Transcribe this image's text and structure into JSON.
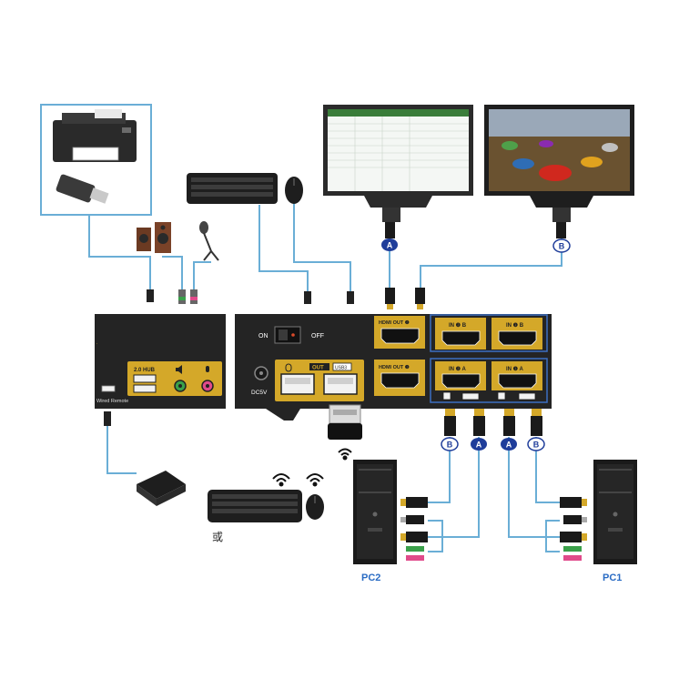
{
  "colors": {
    "background": "#ffffff",
    "cable": "#6aaed6",
    "device_body": "#222222",
    "port_panel": "#d4a829",
    "badge": "#1f3d9a",
    "pc_label": "#2a6cc4",
    "highlight_box": "#3d6fc2"
  },
  "kvm": {
    "power_on_label": "ON",
    "power_off_label": "OFF",
    "dc_label": "DC5V",
    "usb_out_label": "OUT",
    "usb3_label": "USB3",
    "hdmi_out_2_label": "HDMI OUT ❷",
    "hdmi_out_1_label": "HDMI OUT ❶",
    "in_2b_label": "IN ❷ B",
    "in_1b_label": "IN ❶ B",
    "in_2a_label": "IN ❷ A",
    "in_1a_label": "IN ❶ A"
  },
  "side_panel": {
    "hub_label": "2.0 HUB",
    "remote_label": "Wired Remote"
  },
  "badges": {
    "monitor_left": "A",
    "monitor_right": "B",
    "pc2_b": "B",
    "pc2_a": "A",
    "pc1_a": "A",
    "pc1_b": "B"
  },
  "peripherals": {
    "or_text": "或"
  },
  "pcs": {
    "left_label": "PC2",
    "right_label": "PC1"
  },
  "icons": {
    "printer": "printer-icon",
    "usb_drive": "usb-drive-icon",
    "speaker": "speaker-icon",
    "microphone": "microphone-icon",
    "keyboard": "keyboard-icon",
    "mouse": "mouse-icon",
    "wifi": "wifi-icon"
  }
}
